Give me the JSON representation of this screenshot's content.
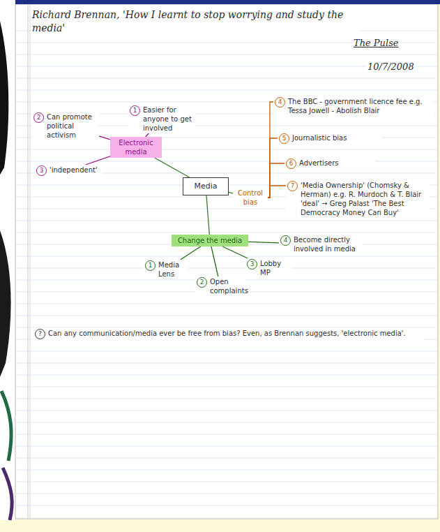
{
  "diagram": {
    "title": "Richard Brennan, 'How I learnt to stop worrying and study the media'",
    "nodes": [
      {
        "text": [
          "Electronic media"
        ]
      },
      {
        "text": [
          "1",
          "Easier for anyone to get involved"
        ]
      },
      {
        "text": [
          "2",
          "Can promote political activism"
        ]
      },
      {
        "text": [
          "3",
          "'independent'"
        ]
      },
      {
        "text": [
          "Media"
        ]
      },
      {
        "text": [
          "Control bias"
        ]
      },
      {
        "text": [
          "4",
          "The BBC - government licence fee e.g. Tessa Jowell - Abolish Blair"
        ]
      },
      {
        "text": [
          "5",
          "Journalistic bias"
        ]
      },
      {
        "text": [
          "6",
          "Advertisers"
        ]
      },
      {
        "text": [
          "7",
          "'Media Ownership' (Chomsky & Herman) e.g. R. Murdoch & T. Blair 'deal' → Greg Palast 'The Best Democracy Money Can Buy'"
        ]
      },
      {
        "text": [
          "Change the media"
        ]
      },
      {
        "text": [
          "1",
          "Media Lens"
        ]
      },
      {
        "text": [
          "2",
          "Open complaints"
        ]
      },
      {
        "text": [
          "3",
          "Lobby MP"
        ]
      },
      {
        "text": [
          "4",
          "Become directly involved in media"
        ]
      },
      {
        "text": [
          "?",
          "Can any communication/media ever be free from bias? Even, as Brennan suggests, 'electronic media'."
        ]
      }
    ],
    "edges": [
      {
        "from": 4,
        "to": 0,
        "arrow": "none"
      },
      {
        "from": 4,
        "to": 5,
        "arrow": "none"
      },
      {
        "from": 4,
        "to": 10,
        "arrow": "none"
      },
      {
        "from": 0,
        "to": 1,
        "arrow": "none"
      },
      {
        "from": 0,
        "to": 2,
        "arrow": "none"
      },
      {
        "from": 0,
        "to": 3,
        "arrow": "none"
      },
      {
        "from": 5,
        "to": 6,
        "arrow": "none"
      },
      {
        "from": 5,
        "to": 7,
        "arrow": "none"
      },
      {
        "from": 5,
        "to": 8,
        "arrow": "none"
      },
      {
        "from": 5,
        "to": 9,
        "arrow": "none"
      },
      {
        "from": 10,
        "to": 11,
        "arrow": "none"
      },
      {
        "from": 10,
        "to": 12,
        "arrow": "none"
      },
      {
        "from": 10,
        "to": 13,
        "arrow": "none"
      },
      {
        "from": 10,
        "to": 14,
        "arrow": "none"
      }
    ],
    "labels": [
      "The Pulse",
      "10/7/2008"
    ]
  }
}
